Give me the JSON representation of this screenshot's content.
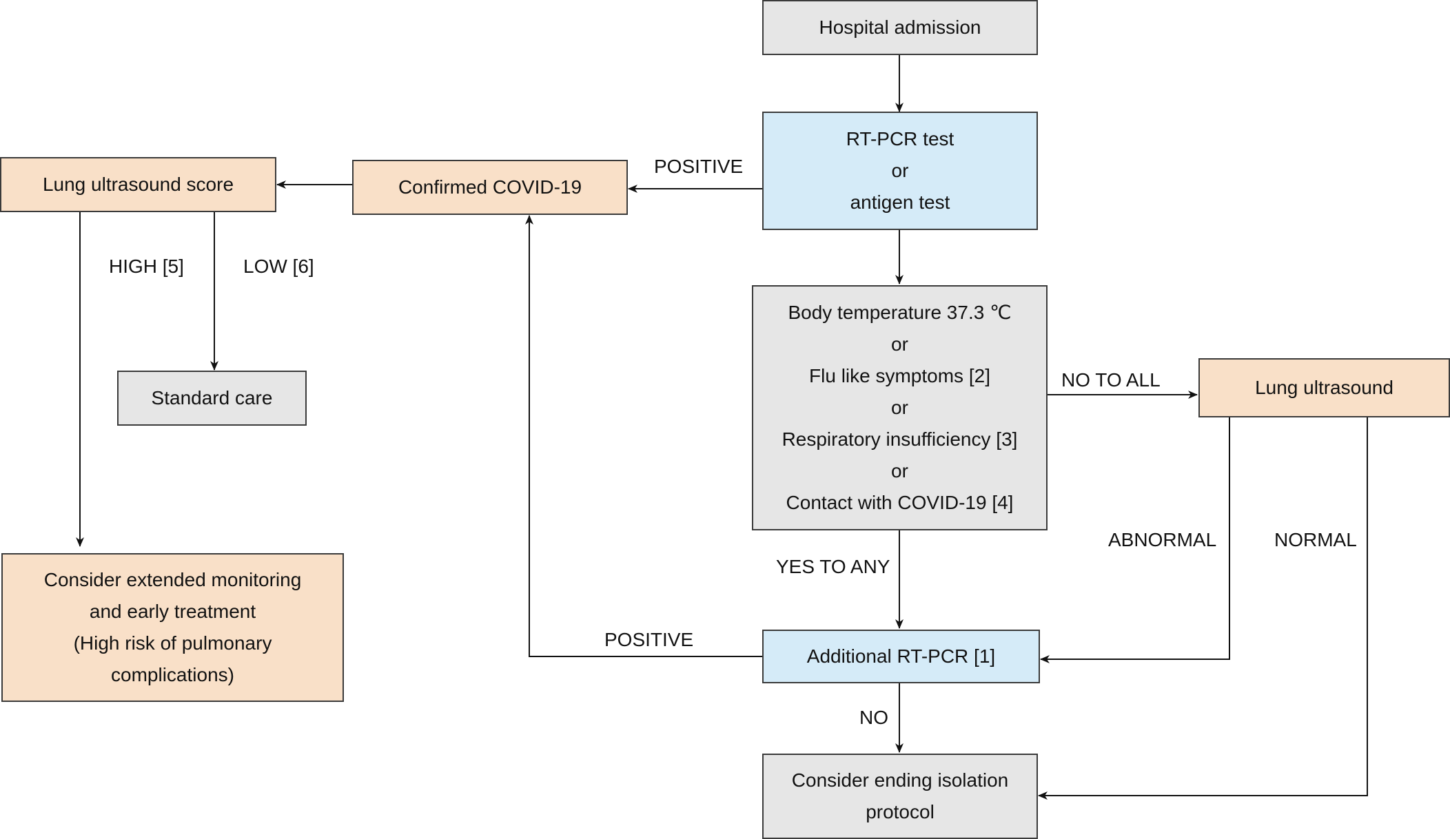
{
  "nodes": {
    "hospital_admission": {
      "lines": [
        "Hospital admission"
      ],
      "fill": "#e6e6e6"
    },
    "initial_test": {
      "lines": [
        "RT-PCR test",
        "or",
        "antigen test"
      ],
      "fill": "#d5ebf8"
    },
    "confirmed_covid": {
      "lines": [
        "Confirmed COVID-19"
      ],
      "fill": "#f9e0c8"
    },
    "lung_ultrasound_score": {
      "lines": [
        "Lung ultrasound score"
      ],
      "fill": "#f9e0c8"
    },
    "standard_care": {
      "lines": [
        "Standard care"
      ],
      "fill": "#e6e6e6"
    },
    "extended_monitoring": {
      "lines": [
        "Consider extended monitoring",
        "and early treatment",
        "(High risk of pulmonary",
        "complications)"
      ],
      "fill": "#f9e0c8"
    },
    "symptom_screen": {
      "lines": [
        "Body temperature 37.3 ℃",
        "or",
        "Flu like symptoms [2]",
        "or",
        "Respiratory insufficiency [3]",
        "or",
        "Contact with COVID-19 [4]"
      ],
      "fill": "#e6e6e6"
    },
    "lung_ultrasound": {
      "lines": [
        "Lung ultrasound"
      ],
      "fill": "#f9e0c8"
    },
    "additional_rtpcr": {
      "lines": [
        "Additional RT-PCR [1]"
      ],
      "fill": "#d5ebf8"
    },
    "end_isolation": {
      "lines": [
        "Consider ending isolation",
        "protocol"
      ],
      "fill": "#e6e6e6"
    }
  },
  "edges": {
    "positive_initial": "POSITIVE",
    "high_score": "HIGH [5]",
    "low_score": "LOW [6]",
    "no_to_all": "NO TO ALL",
    "yes_to_any": "YES TO ANY",
    "abnormal": "ABNORMAL",
    "normal": "NORMAL",
    "positive_additional": "POSITIVE",
    "no_additional": "NO"
  },
  "colors": {
    "gray_fill": "#e6e6e6",
    "blue_fill": "#d5ebf8",
    "peach_fill": "#f9e0c8",
    "line": "#111111",
    "border": "#3a3a3a"
  }
}
